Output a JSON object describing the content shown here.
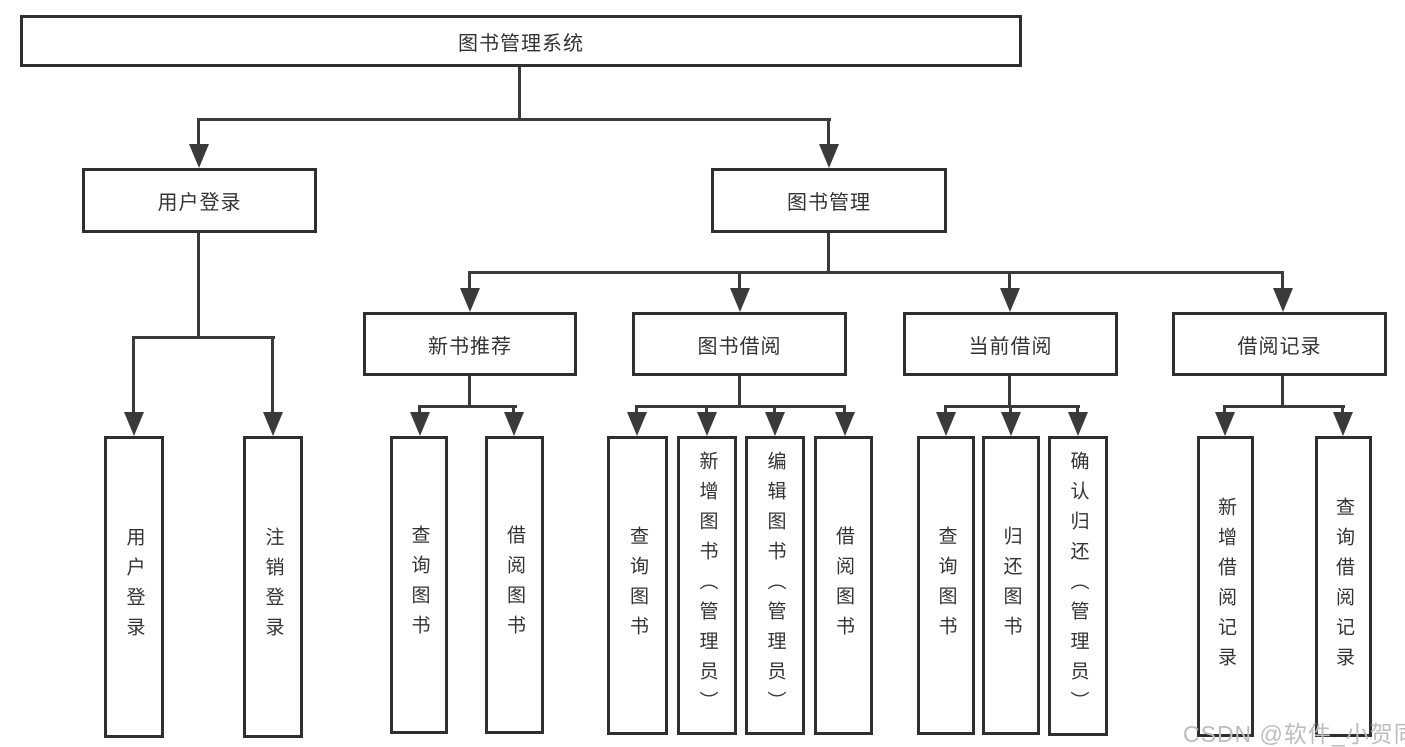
{
  "diagram": {
    "title": "图书管理系统",
    "nodes": {
      "root": "图书管理系统",
      "user_login": "用户登录",
      "book_mgmt": "图书管理",
      "new_book_rec": "新书推荐",
      "book_borrow": "图书借阅",
      "current_borrow": "当前借阅",
      "borrow_record": "借阅记录",
      "login": "用户登录",
      "logout": "注销登录",
      "nb_query": "查询图书",
      "nb_borrow": "借阅图书",
      "bb_query": "查询图书",
      "bb_add": "新增图书（管理员）",
      "bb_edit": "编辑图书（管理员）",
      "bb_borrow": "借阅图书",
      "cb_query": "查询图书",
      "cb_return": "归还图书",
      "cb_confirm": "确认归还（管理员）",
      "br_add": "新增借阅记录",
      "br_query": "查询借阅记录"
    },
    "hierarchy": {
      "图书管理系统": {
        "用户登录": [
          "用户登录",
          "注销登录"
        ],
        "图书管理": {
          "新书推荐": [
            "查询图书",
            "借阅图书"
          ],
          "图书借阅": [
            "查询图书",
            "新增图书（管理员）",
            "编辑图书（管理员）",
            "借阅图书"
          ],
          "当前借阅": [
            "查询图书",
            "归还图书",
            "确认归还（管理员）"
          ],
          "借阅记录": [
            "新增借阅记录",
            "查询借阅记录"
          ]
        }
      }
    }
  },
  "watermark": {
    "text": "CSDN @软件_小贺同学"
  },
  "colors": {
    "line": "#3a3a3a",
    "border": "#2f2f2f",
    "text": "#333333",
    "background": "#ffffff",
    "watermark": "#bdbdbd"
  }
}
